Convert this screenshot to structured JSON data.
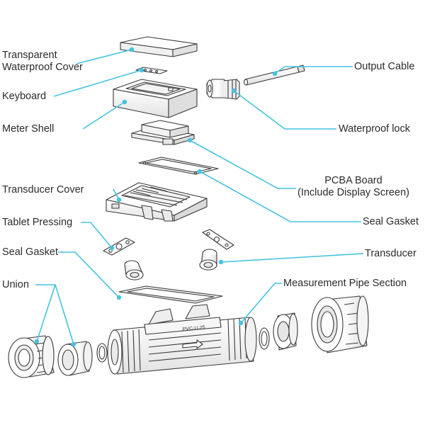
{
  "labels": {
    "transparent_cover": {
      "line1": "Transparent",
      "line2": "Waterproof Cover"
    },
    "keyboard": "Keyboard",
    "meter_shell": "Meter Shell",
    "transducer_cover": "Transducer Cover",
    "tablet_pressing": "Tablet Pressing",
    "seal_gasket_left": "Seal Gasket",
    "union": "Union",
    "output_cable": "Output Cable",
    "waterproof_lock": "Waterproof lock",
    "pcba_board": {
      "line1": "PCBA Board",
      "line2": "(Include Display Screen)"
    },
    "seal_gasket_right": "Seal Gasket",
    "transducer": "Transducer",
    "measurement_pipe": "Measurement Pipe Section"
  },
  "pipe_marking": "PVC-U-25",
  "colors": {
    "leader": "#45c3e0",
    "outline": "#3a3a3a",
    "text": "#2b2b2b",
    "part_fill": "#ffffff",
    "part_shade": "#e9e9e9"
  }
}
